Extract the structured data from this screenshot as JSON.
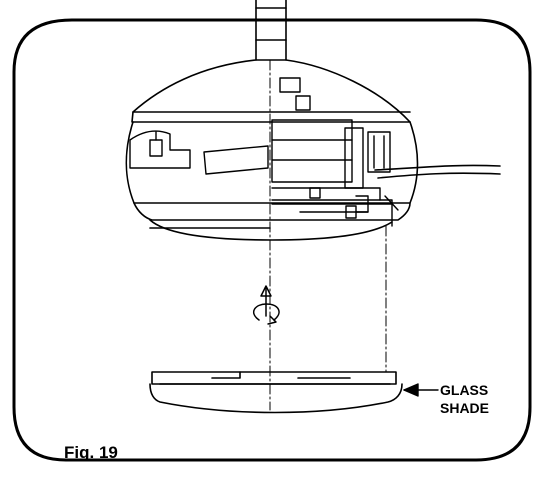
{
  "figure": {
    "label": "Fig. 19",
    "callout_line1": "GLASS",
    "callout_line2": "SHADE"
  }
}
